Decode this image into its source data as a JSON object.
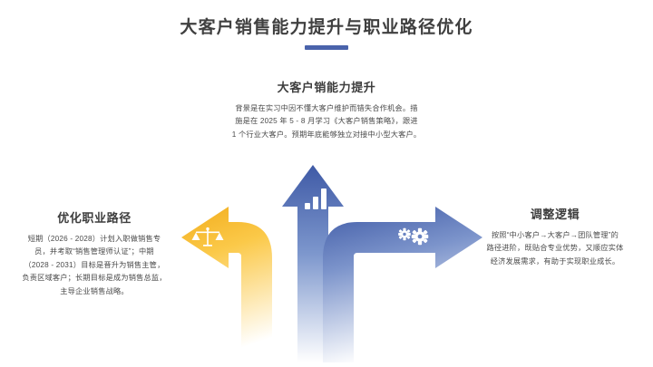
{
  "header": {
    "title": "大客户销售能力提升与职业路径优化"
  },
  "diagram": {
    "type": "three-branch-arrow-flow",
    "colors": {
      "title_accent": "#4a63ab",
      "arrow_blue_dark": "#3f5aa6",
      "arrow_blue_light": "#8ea6d8",
      "arrow_yellow_dark": "#f3b323",
      "arrow_yellow_light": "#fbd978",
      "text": "#4a4a4a"
    },
    "nodes": [
      {
        "id": "center",
        "title": "大客户销能力提升",
        "icon": "bar-chart-icon",
        "arrow": "up-arrow",
        "arrow_color": "#4a63ab",
        "body_lines": [
          "背景是在实习中因不懂大客户维护而错失合作机会。措",
          "施是在 2025 年 5 - 8 月学习《大客户销售策略》，跟进",
          "1 个行业大客户。预期年底能够独立对接中小型大客户。"
        ]
      },
      {
        "id": "left",
        "title": "优化职业路径",
        "icon": "scales-icon",
        "arrow": "left-curved-arrow",
        "arrow_color": "#f3b323",
        "body_lines": [
          "短期（2026 - 2028）计划入职做销售专",
          "员，并考取“销售管理师认证”；中期",
          "（2028 - 2031）目标是晋升为销售主管，",
          "负责区域客户；长期目标是成为销售总监，",
          "主导企业销售战略。"
        ]
      },
      {
        "id": "right",
        "title": "调整逻辑",
        "icon": "gears-icon",
        "arrow": "right-curved-arrow",
        "arrow_color": "#4a63ab",
        "body_lines": [
          "按照“中小客户→大客户→团队管理”的",
          "路径进阶，既贴合专业优势，又顺应实体",
          "经济发展需求，有助于实现职业成长。"
        ]
      }
    ]
  }
}
